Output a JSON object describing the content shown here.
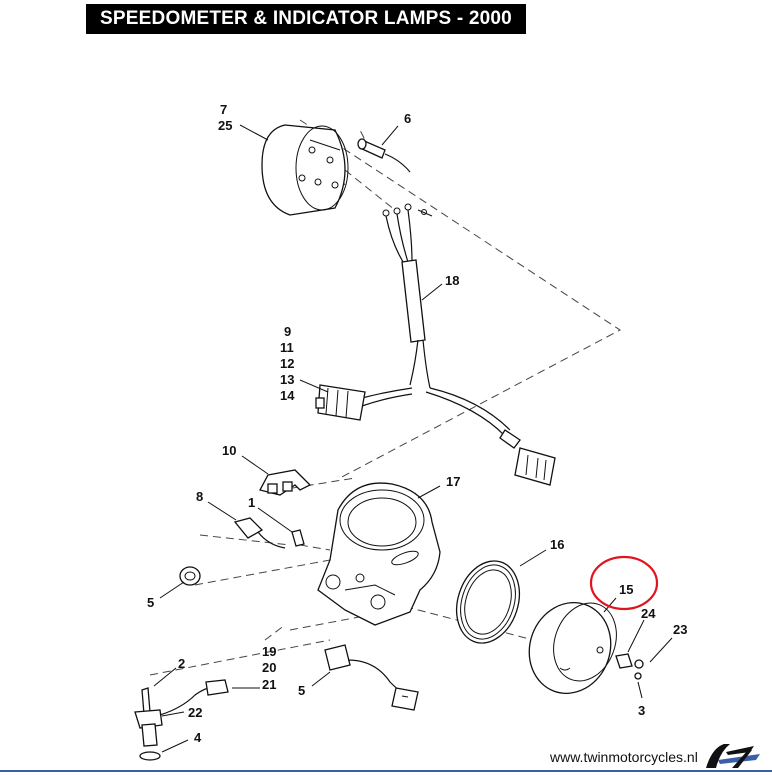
{
  "title": "SPEEDOMETER & INDICATOR LAMPS - 2000",
  "website": "www.twinmotorcycles.nl",
  "highlight_color": "#e0141e",
  "accent_color": "#3a5ea8",
  "logo_icon": "twin-motorcycles-logo-icon",
  "callouts": {
    "c7": "7",
    "c25": "25",
    "c6": "6",
    "c18": "18",
    "c9": "9",
    "c11": "11",
    "c12": "12",
    "c13": "13",
    "c14": "14",
    "c10": "10",
    "c8": "8",
    "c1": "1",
    "c17": "17",
    "c5a": "5",
    "c16": "16",
    "c15": "15",
    "c24": "24",
    "c23": "23",
    "c3": "3",
    "c2": "2",
    "c19": "19",
    "c20": "20",
    "c21": "21",
    "c5b": "5",
    "c22": "22",
    "c4": "4"
  }
}
